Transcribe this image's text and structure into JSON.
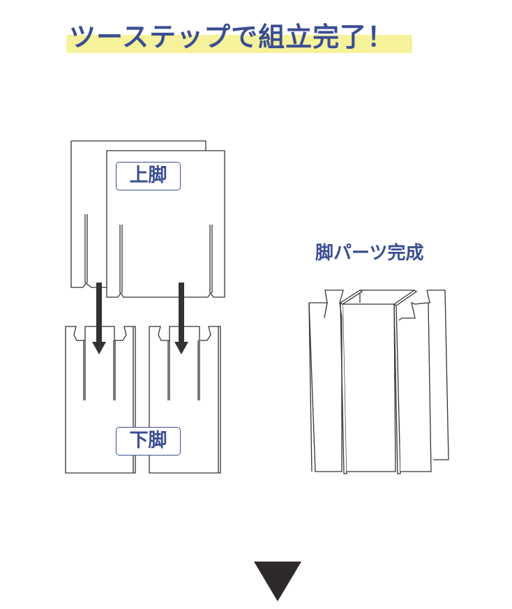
{
  "title": "ツーステップで組立完了！",
  "labels": {
    "upper_leg": "上脚",
    "lower_leg": "下脚",
    "complete": "脚パーツ完成"
  },
  "colors": {
    "accent": "#3b4e93",
    "highlight": "#f6f29b",
    "arrow": "#333333"
  }
}
